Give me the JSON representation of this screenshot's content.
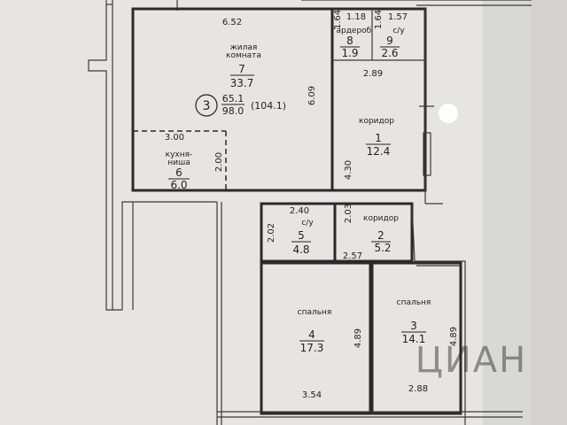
{
  "apartment": {
    "number": "3",
    "area_living": "65.1",
    "area_total": "98.0",
    "area_with_balcony": "(104.1)"
  },
  "rooms": [
    {
      "id": "7",
      "name": "жилая комната",
      "name_line1": "жилая",
      "name_line2": "комната",
      "area": "33.7"
    },
    {
      "id": "8",
      "name": "гардероб",
      "area": "1.9"
    },
    {
      "id": "9",
      "name": "с/у",
      "area": "2.6"
    },
    {
      "id": "1",
      "name": "коридор",
      "area": "12.4"
    },
    {
      "id": "6",
      "name": "кухня-ниша",
      "name_line1": "кухня-",
      "name_line2": "ниша",
      "area": "6.0"
    },
    {
      "id": "5",
      "name": "с/у",
      "area": "4.8"
    },
    {
      "id": "2",
      "name": "коридор",
      "area": "5.2"
    },
    {
      "id": "4",
      "name": "спальня",
      "area": "17.3"
    },
    {
      "id": "3",
      "name": "спальня",
      "area": "14.1"
    }
  ],
  "dimensions": {
    "living_width": "6.52",
    "living_height": "6.09",
    "wardrobe_height": "1.64",
    "wardrobe_width": "1.18",
    "wc9_height": "1.64",
    "wc9_width": "1.57",
    "corridor1_width": "2.89",
    "corridor1_height": "4.30",
    "kitchen_width": "3.00",
    "kitchen_height": "2.00",
    "wc5_width": "2.40",
    "wc5_height": "2.02",
    "corridor2_height": "2.03",
    "corridor2_width": "2.57",
    "bed4_height": "4.89",
    "bed4_width": "3.54",
    "bed3_height": "4.89",
    "bed3_width": "2.88"
  },
  "watermark": "ЦИАН",
  "colors": {
    "paper": "#e6e5e1",
    "line": "#2a2a2a"
  }
}
